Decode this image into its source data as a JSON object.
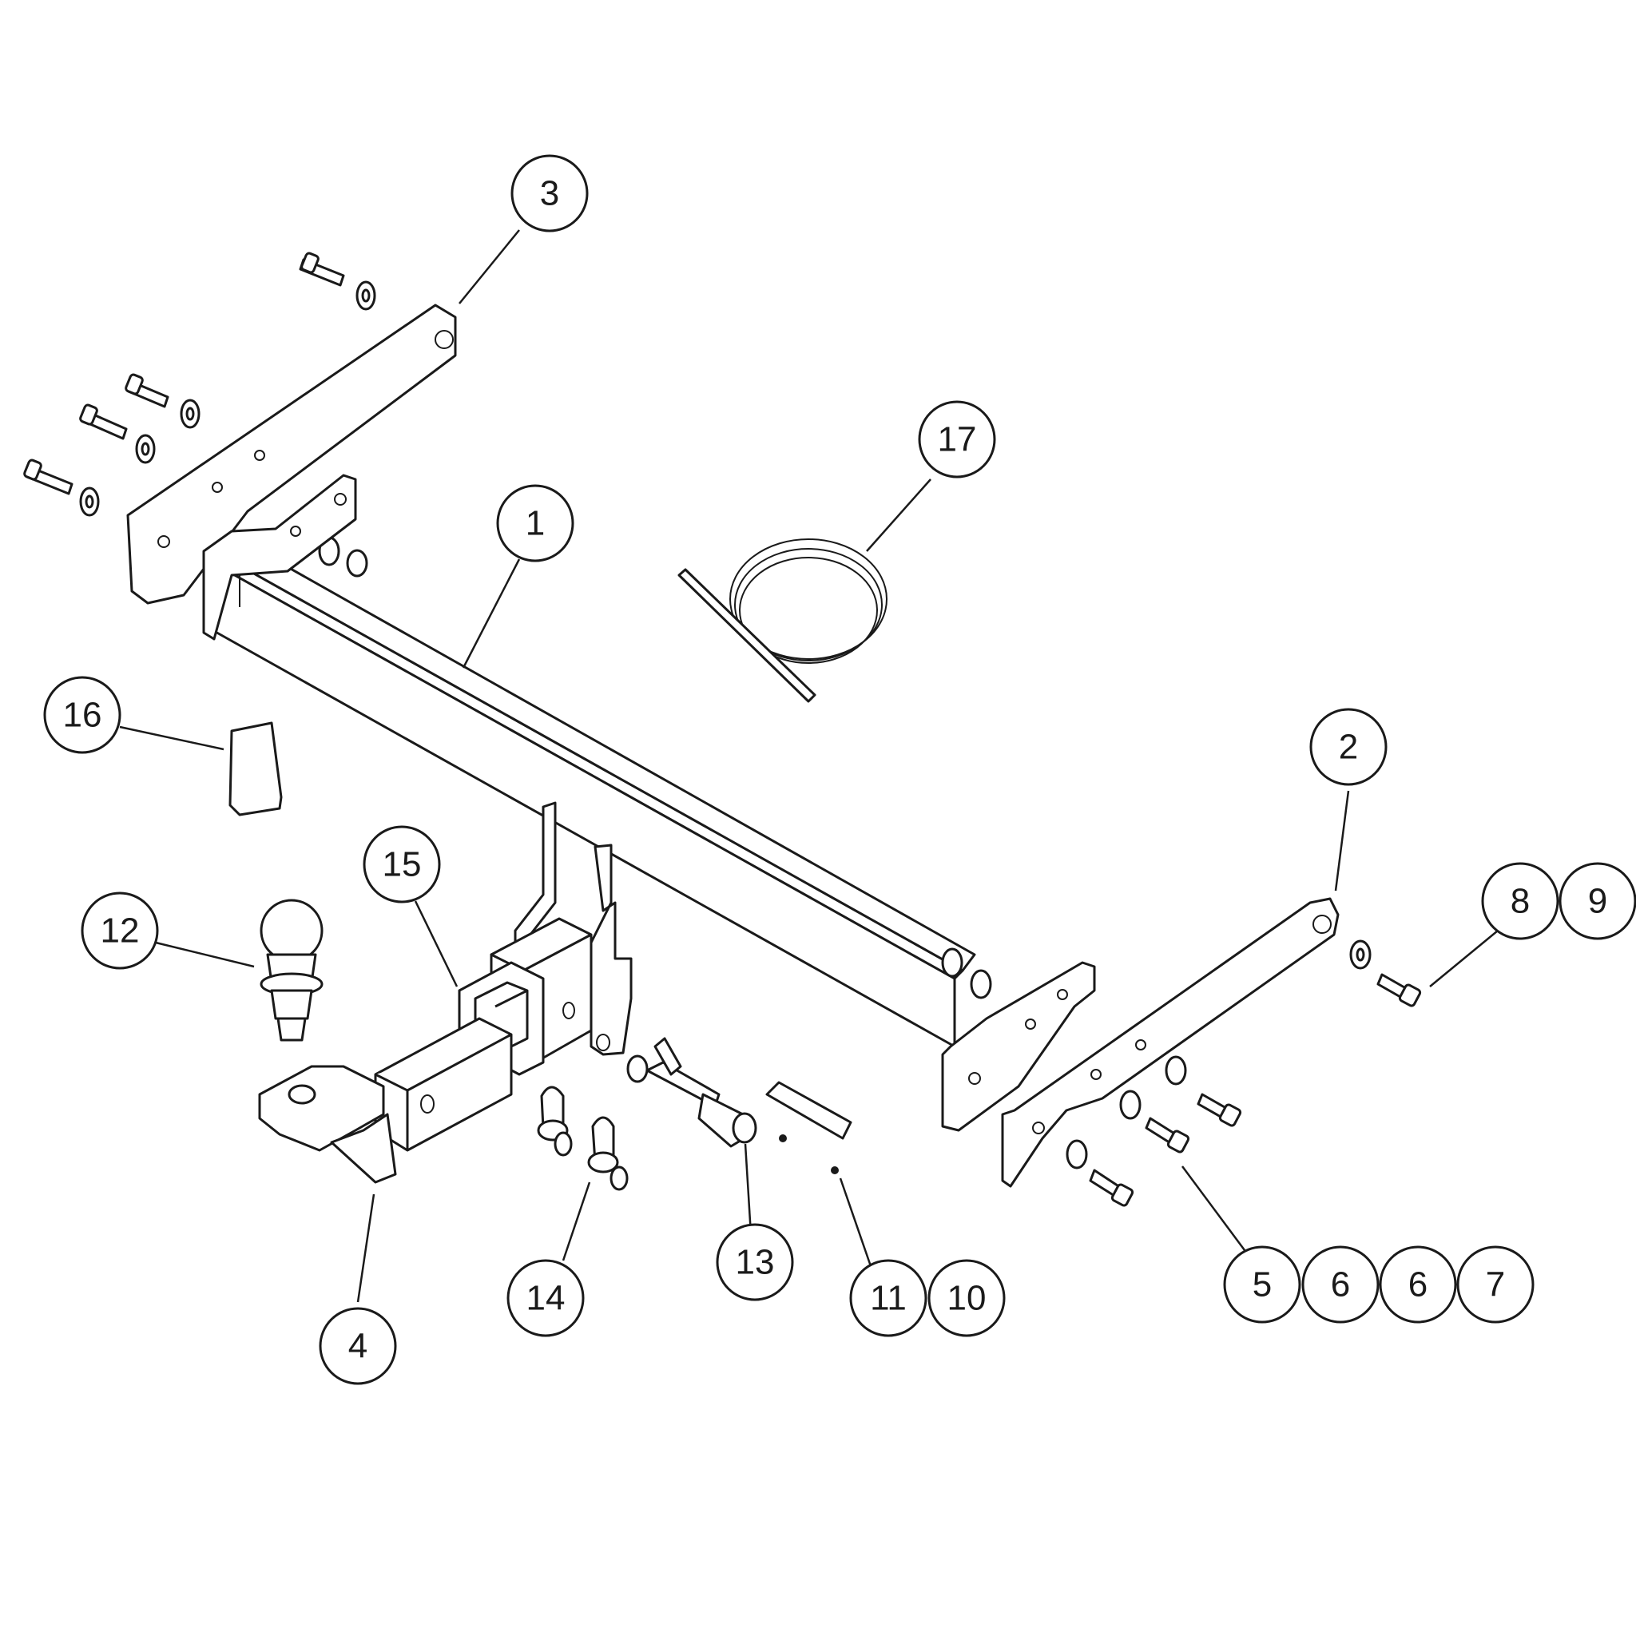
{
  "callouts": [
    {
      "id": "c1",
      "label": "1"
    },
    {
      "id": "c2",
      "label": "2"
    },
    {
      "id": "c3",
      "label": "3"
    },
    {
      "id": "c4",
      "label": "4"
    },
    {
      "id": "c5",
      "label": "5"
    },
    {
      "id": "c6a",
      "label": "6"
    },
    {
      "id": "c6b",
      "label": "6"
    },
    {
      "id": "c7",
      "label": "7"
    },
    {
      "id": "c8",
      "label": "8"
    },
    {
      "id": "c9",
      "label": "9"
    },
    {
      "id": "c10",
      "label": "10"
    },
    {
      "id": "c11",
      "label": "11"
    },
    {
      "id": "c12",
      "label": "12"
    },
    {
      "id": "c13",
      "label": "13"
    },
    {
      "id": "c14",
      "label": "14"
    },
    {
      "id": "c15",
      "label": "15"
    },
    {
      "id": "c16",
      "label": "16"
    },
    {
      "id": "c17",
      "label": "17"
    }
  ]
}
